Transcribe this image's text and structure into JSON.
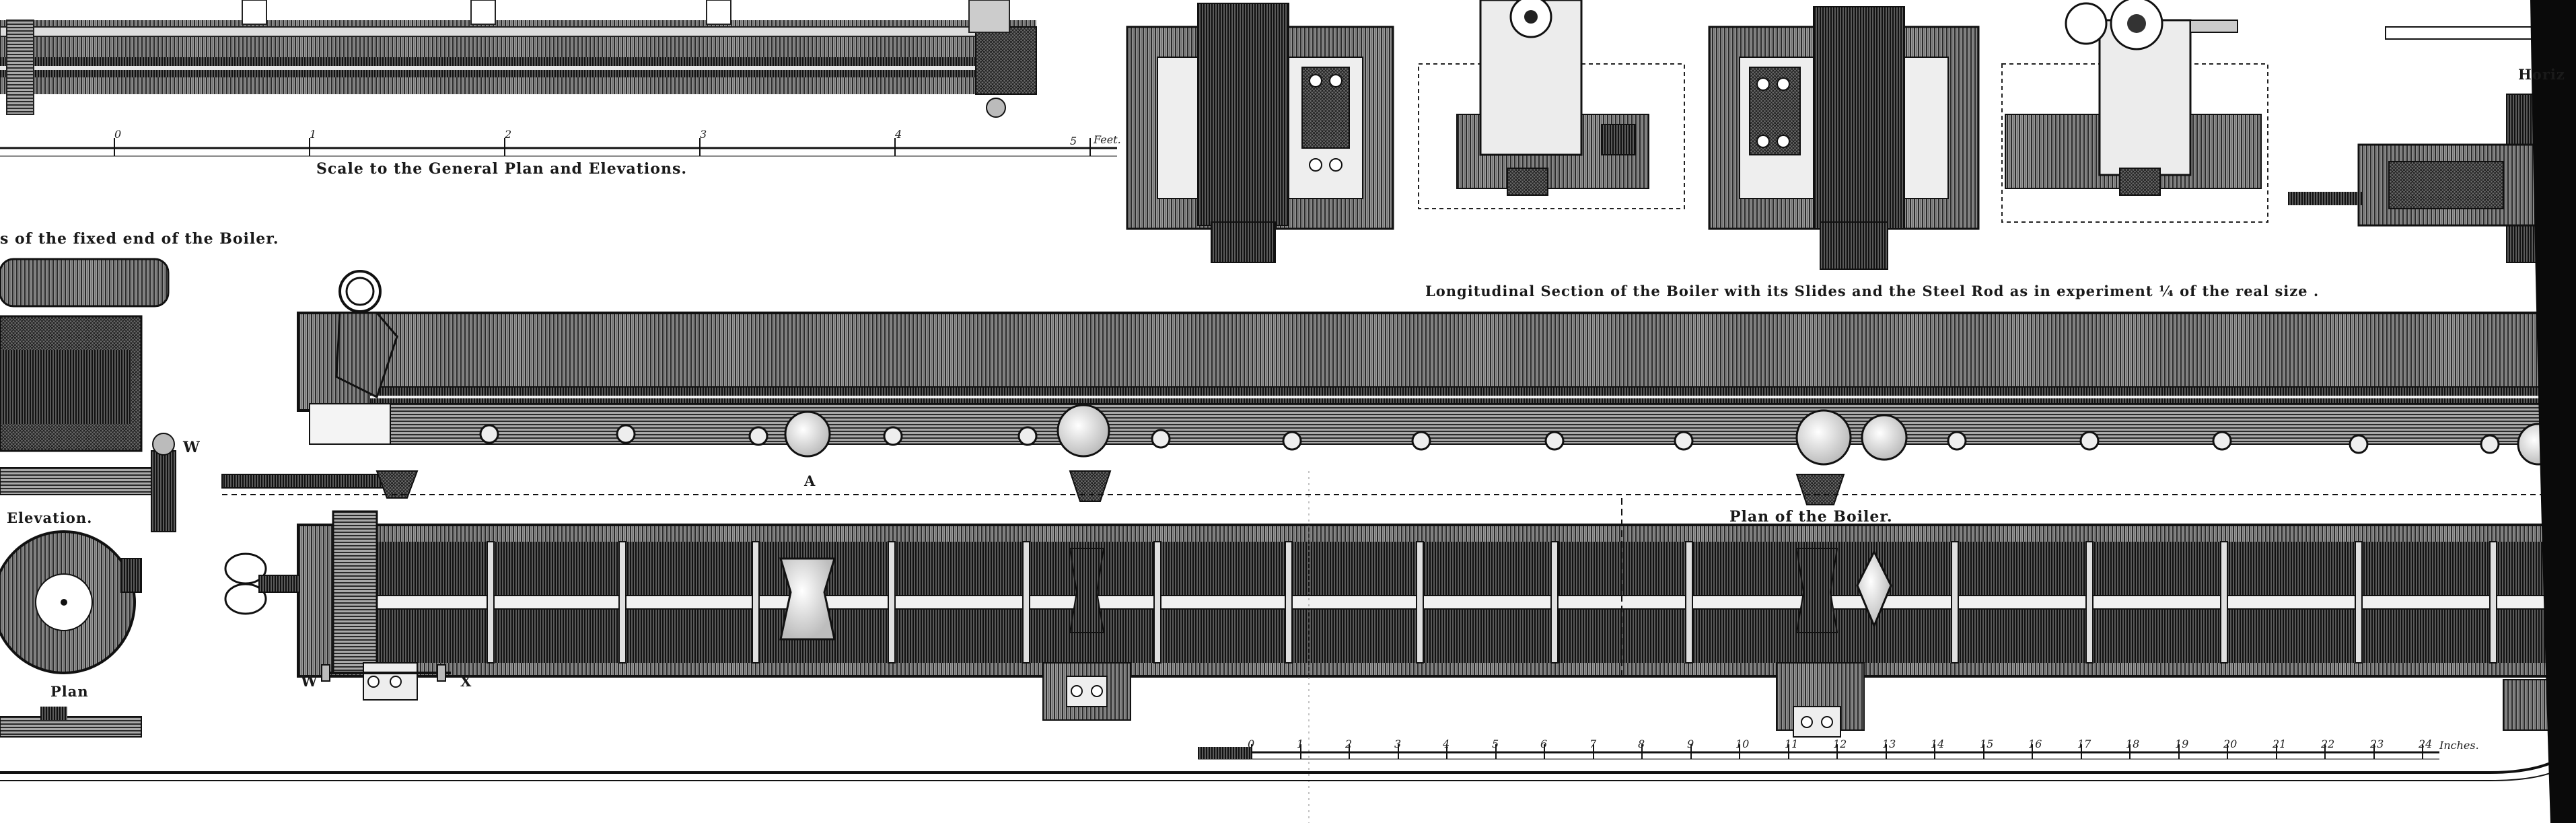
{
  "plate": {
    "captions": {
      "scale_general": "Scale to the General Plan and Elevations.",
      "fixed_end": "s of the fixed end of the Boiler.",
      "elevation": "Elevation.",
      "plan_small": "Plan",
      "longitudinal": "Longitudinal Section of the Boiler with its Slides and the Steel Rod as in experiment ¼ of the real size .",
      "plan_boiler": "Plan of the Boiler.",
      "horiz": "Horiz"
    },
    "letters": {
      "w_upper": "W",
      "a": "A",
      "w_lower": "W",
      "x": "X"
    },
    "feet_scale": {
      "ticks": [
        "0",
        "1",
        "2",
        "3",
        "4",
        "5"
      ],
      "unit": "Feet."
    },
    "inch_scale": {
      "ticks": [
        "0",
        "1",
        "2",
        "3",
        "4",
        "5",
        "6",
        "7",
        "8",
        "9",
        "10",
        "11",
        "12",
        "13",
        "14",
        "15",
        "16",
        "17",
        "18",
        "19",
        "20",
        "21",
        "22",
        "23",
        "24"
      ],
      "unit": "Inches."
    }
  }
}
